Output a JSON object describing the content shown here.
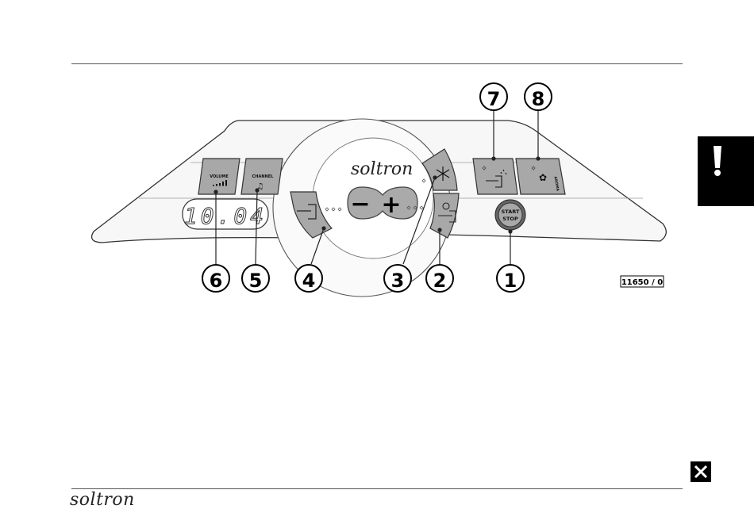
{
  "panel": {
    "brand": "soltron",
    "display_value": "10.04",
    "volume_label": "VOLUME",
    "channel_label": "CHANNEL",
    "start_label": "START",
    "stop_label": "STOP",
    "aroma_label": "AROMA",
    "minus_symbol": "−",
    "plus_symbol": "+"
  },
  "callouts": [
    "1",
    "2",
    "3",
    "4",
    "5",
    "6",
    "7",
    "8"
  ],
  "figure_code": "11650 / 0",
  "footer": {
    "logo": "soltron"
  },
  "side_tab": {
    "icon": "exclamation-icon"
  },
  "close": {
    "icon": "close-icon"
  },
  "colors": {
    "button_fill": "#a8a8a8",
    "panel_fill": "#f7f7f7",
    "black": "#000000"
  }
}
